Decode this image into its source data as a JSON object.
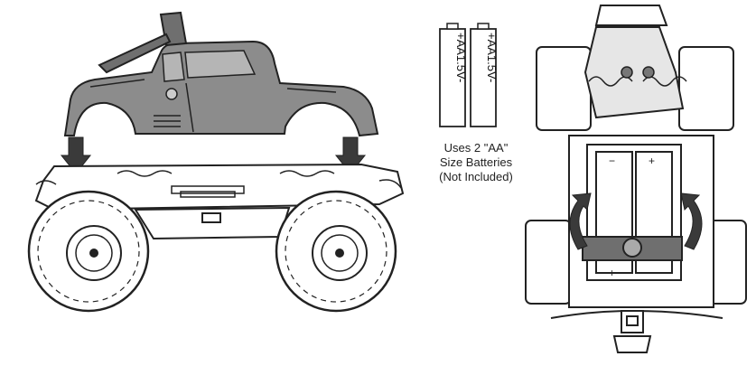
{
  "battery_labels": {
    "left": "+AA1.5V-",
    "right": "+AA1.5V-"
  },
  "caption": {
    "line1": "Uses 2 \"AA\"",
    "line2": "Size Batteries",
    "line3": "(Not Included)"
  },
  "compartment_signs": {
    "top_left": "−",
    "top_right": "+",
    "bottom_left": "+",
    "bottom_right": "−"
  },
  "colors": {
    "line": "#222222",
    "body_fill": "#8c8c8c",
    "arrow_fill": "#3a3a3a",
    "background": "#ffffff"
  }
}
